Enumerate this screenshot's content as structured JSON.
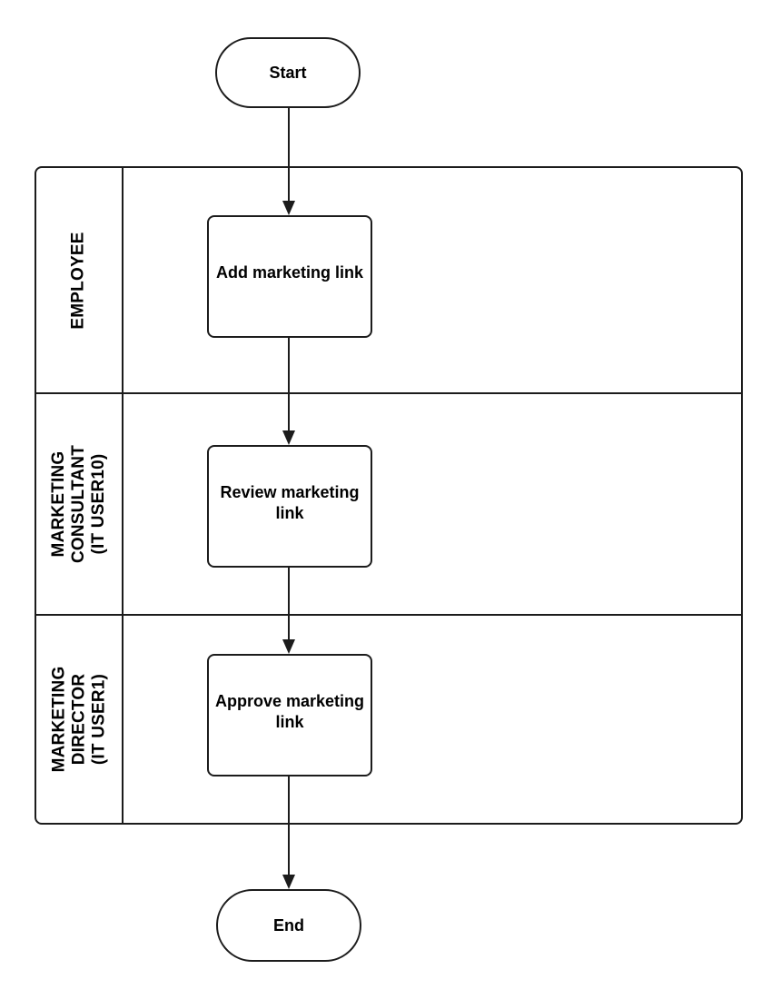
{
  "diagram": {
    "type": "swimlane-flowchart",
    "start": {
      "label": "Start"
    },
    "end": {
      "label": "End"
    },
    "lanes": [
      {
        "label": "EMPLOYEE",
        "task": {
          "label": "Add marketing link"
        }
      },
      {
        "label": "MARKETING\nCONSULTANT\n(IT USER10)",
        "task": {
          "label": "Review marketing\nlink"
        }
      },
      {
        "label": "MARKETING\nDIRECTOR\n(IT USER1)",
        "task": {
          "label": "Approve marketing\nlink"
        }
      }
    ],
    "flow": [
      "Start",
      "Add marketing link",
      "Review marketing link",
      "Approve marketing link",
      "End"
    ],
    "colors": {
      "stroke": "#1c1c1c",
      "node_fill": "#ffffff",
      "text": "#000000",
      "background": "#ffffff"
    }
  }
}
